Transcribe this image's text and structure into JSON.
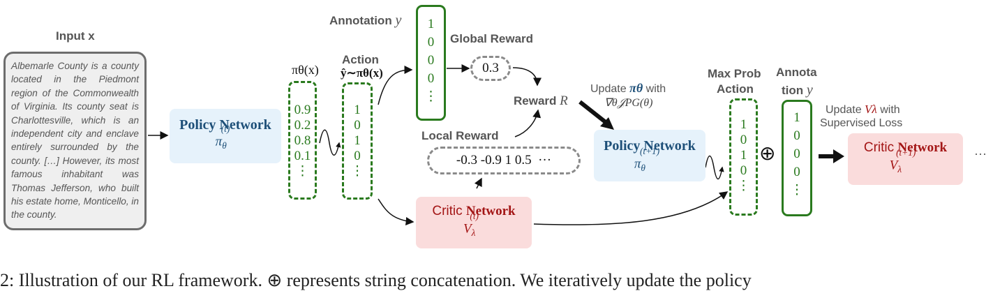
{
  "input": {
    "label": "Input x",
    "text": "Albemarle County is a county located in the Piedmont region of the Commonwealth of Virginia. Its county seat is Charlottesville, which is an independent city and enclave entirely surrounded by the county. […] However, its most famous inhabitant was Thomas Jefferson, who built his estate home, Monticello, in the county."
  },
  "policy_network_1": {
    "title": "Policy Network",
    "symbol": "π",
    "sub": "θ",
    "sup": "(t)"
  },
  "probs": {
    "label": "πθ(x)",
    "values": [
      "0.9",
      "0.2",
      "0.8",
      "0.1",
      "⋮"
    ]
  },
  "action": {
    "label_line1": "Action",
    "label_line2": "ŷ∼πθ(x)",
    "values": [
      "1",
      "0",
      "1",
      "0",
      "⋮"
    ]
  },
  "annotation_1": {
    "label": "Annotation",
    "var": "y",
    "values": [
      "1",
      "0",
      "0",
      "0",
      "⋮"
    ]
  },
  "global_reward": {
    "label": "Global Reward",
    "value": "0.3"
  },
  "reward": {
    "label": "Reward",
    "var": "R"
  },
  "local_reward": {
    "label": "Local Reward",
    "values": "-0.3 -0.9 1 0.5  ···"
  },
  "critic_network_1": {
    "title_a": "Critic",
    "title_b": "Network",
    "symbol": "V",
    "sub": "λ",
    "sup": "(t)"
  },
  "update_policy": {
    "line1": "Update",
    "sym": "πθ",
    "line1b": "with",
    "line2": "∇θ𝒥PG(θ)"
  },
  "policy_network_2": {
    "title": "Policy Network",
    "symbol": "π",
    "sub": "θ",
    "sup": "(t+1)"
  },
  "max_prob": {
    "label_line1": "Max Prob",
    "label_line2": "Action",
    "values": [
      "1",
      "0",
      "1",
      "0",
      "⋮"
    ]
  },
  "annotation_2": {
    "label_line1": "Annota",
    "label_line2": "tion",
    "var": "y",
    "values": [
      "1",
      "0",
      "0",
      "0",
      "⋮"
    ]
  },
  "oplus": "⊕",
  "update_critic": {
    "line1": "Update",
    "sym": "Vλ",
    "line1b": "with",
    "line2": "Supervised Loss"
  },
  "critic_network_2": {
    "title_a": "Critic",
    "title_b": "Network",
    "symbol": "V",
    "sub": "λ",
    "sup": "(t+1)"
  },
  "ellipsis": "···",
  "caption_fragment": "2: Illustration of our RL framework. ⊕ represents string concatenation. We iteratively update the policy"
}
